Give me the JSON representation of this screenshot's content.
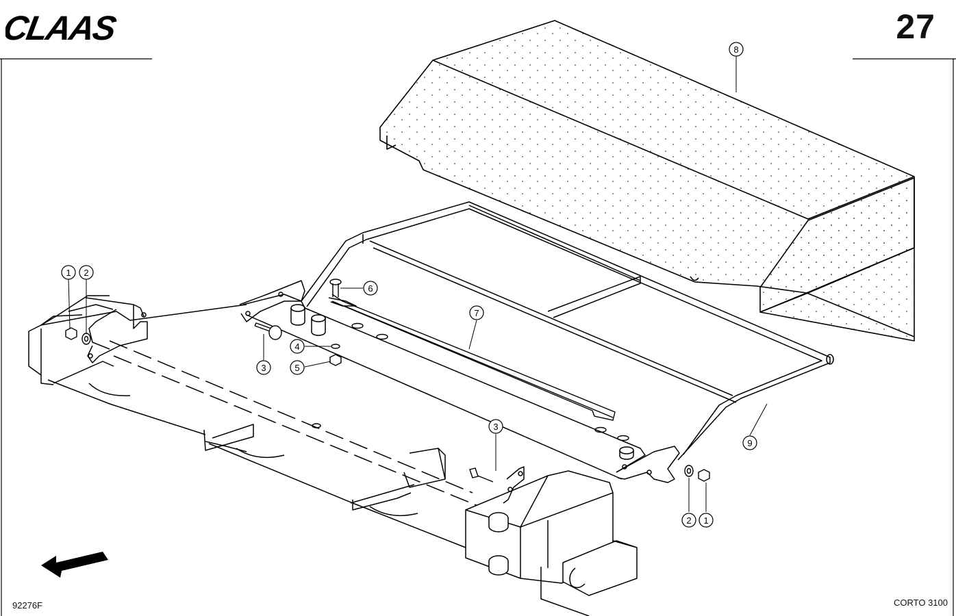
{
  "header": {
    "brand": "CLAAS",
    "page_number": "27"
  },
  "footer": {
    "drawing_code": "92276F",
    "model": "CORTO 3100"
  },
  "callouts": [
    "1",
    "2",
    "3",
    "4",
    "5",
    "6",
    "7",
    "8",
    "9",
    "3",
    "2",
    "1"
  ],
  "icons": {
    "direction_arrow": "direction-arrow-icon"
  }
}
